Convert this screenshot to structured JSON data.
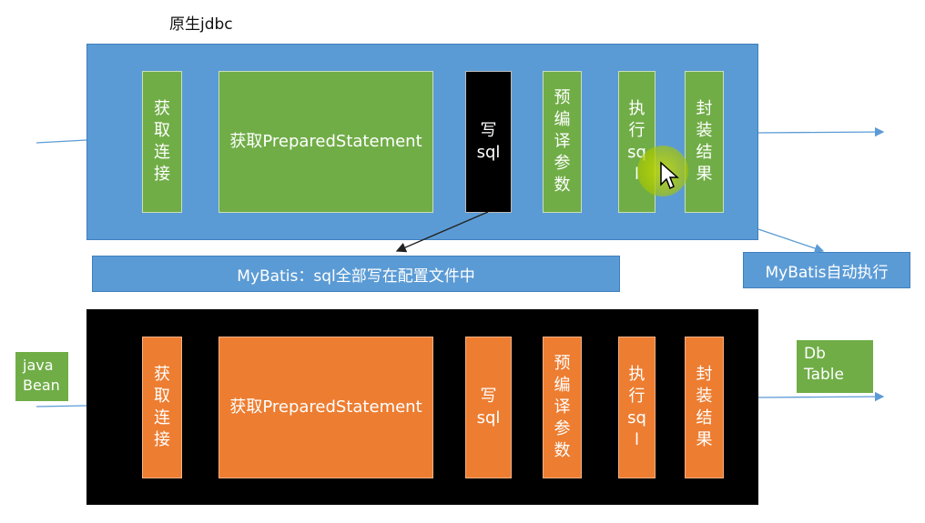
{
  "title": "原生jdbc",
  "top_row": {
    "get_connection": "获\n取\n连\n接",
    "get_statement": "获取PreparedStatement",
    "write_sql": "写\nsql",
    "precompile": "预\n编\n译\n参\n数",
    "execute_sql": "执\n行\nsq\nl",
    "wrap_result": "封\n装\n结\n果"
  },
  "banner": "MyBatis：sql全部写在配置文件中",
  "auto_exec": "MyBatis自动执行",
  "bottom_row": {
    "get_connection": "获\n取\n连\n接",
    "get_statement": "获取PreparedStatement",
    "write_sql": "写\nsql",
    "precompile": "预\n编\n译\n参\n数",
    "execute_sql": "执\n行\nsq\nl",
    "wrap_result": "封\n装\n结\n果"
  },
  "java_bean": "java\nBean",
  "db_table": "Db\nTable",
  "colors": {
    "blue": "#5b9bd5",
    "green": "#70ad47",
    "orange": "#ed7d31",
    "black": "#000000"
  }
}
